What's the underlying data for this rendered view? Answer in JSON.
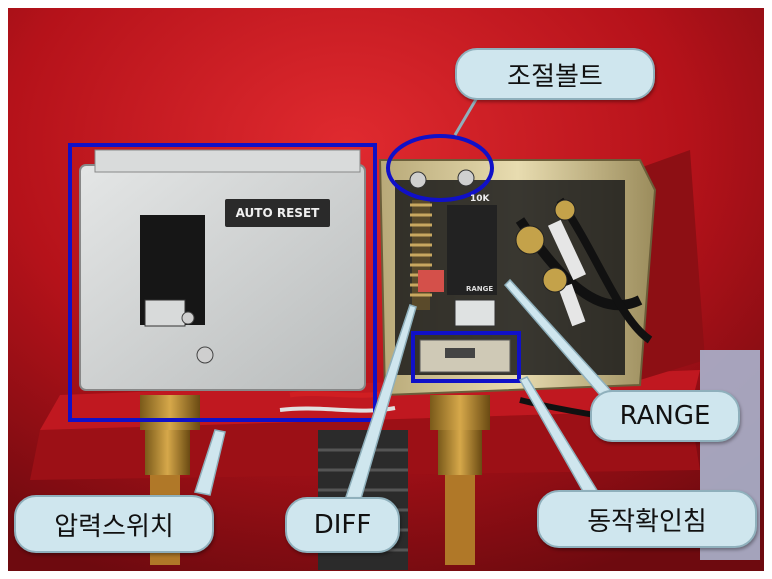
{
  "labels": {
    "adjust_bolt": "조절볼트",
    "pressure_switch": "압력스위치",
    "diff": "DIFF",
    "range": "RANGE",
    "operation_check_pin": "동작확인침"
  },
  "device": {
    "auto_reset": "AUTO RESET",
    "range_value": "10K",
    "range_scale": "RANGE"
  },
  "colors": {
    "background_red": "#b81218",
    "highlight_blue": "#1010c8",
    "callout_fill": "#cfe6ee"
  }
}
